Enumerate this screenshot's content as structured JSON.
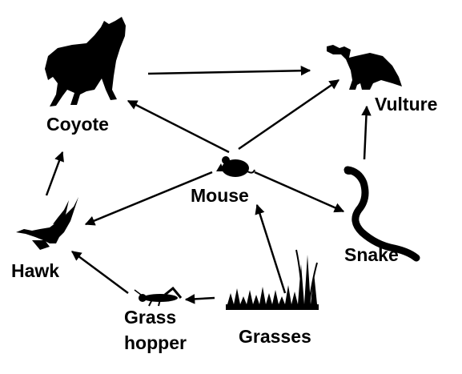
{
  "organisms": {
    "coyote": {
      "label": "Coyote",
      "icon": "coyote-icon"
    },
    "vulture": {
      "label": "Vulture",
      "icon": "vulture-icon"
    },
    "mouse": {
      "label": "Mouse",
      "icon": "mouse-icon"
    },
    "hawk": {
      "label": "Hawk",
      "icon": "hawk-icon"
    },
    "snake": {
      "label": "Snake",
      "icon": "snake-icon"
    },
    "grasshopper": {
      "label_line1": "Grass",
      "label_line2": "hopper",
      "icon": "grasshopper-icon"
    },
    "grasses": {
      "label": "Grasses",
      "icon": "grasses-icon"
    }
  },
  "edges": [
    {
      "from": "coyote",
      "to": "vulture"
    },
    {
      "from": "mouse",
      "to": "coyote"
    },
    {
      "from": "mouse",
      "to": "vulture"
    },
    {
      "from": "mouse",
      "to": "hawk"
    },
    {
      "from": "mouse",
      "to": "snake"
    },
    {
      "from": "snake",
      "to": "vulture"
    },
    {
      "from": "hawk",
      "to": "coyote"
    },
    {
      "from": "grasshopper",
      "to": "hawk"
    },
    {
      "from": "grasses",
      "to": "grasshopper"
    },
    {
      "from": "grasses",
      "to": "mouse"
    }
  ],
  "colors": {
    "ink": "#000000",
    "background": "#ffffff"
  }
}
